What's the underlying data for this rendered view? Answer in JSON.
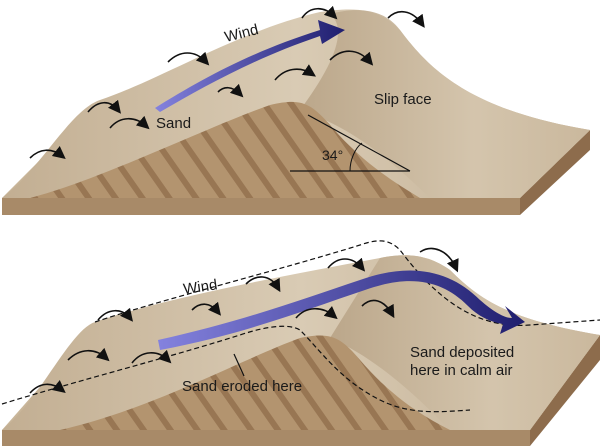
{
  "top_panel": {
    "labels": {
      "wind": "Wind",
      "sand": "Sand",
      "slip_face": "Slip face",
      "angle": "34°"
    }
  },
  "bottom_panel": {
    "labels": {
      "wind": "Wind",
      "eroded": "Sand eroded here",
      "deposited_line1": "Sand deposited",
      "deposited_line2": "here in calm air"
    }
  },
  "colors": {
    "sand_surface": "#c9b69a",
    "sand_light": "#ddd0bb",
    "sand_body": "#a88a68",
    "sand_side": "#8d6c4c",
    "wind_arrow": "#2b2a7a",
    "wind_arrow_light": "#6b6ad0",
    "text": "#1a1a1a"
  }
}
